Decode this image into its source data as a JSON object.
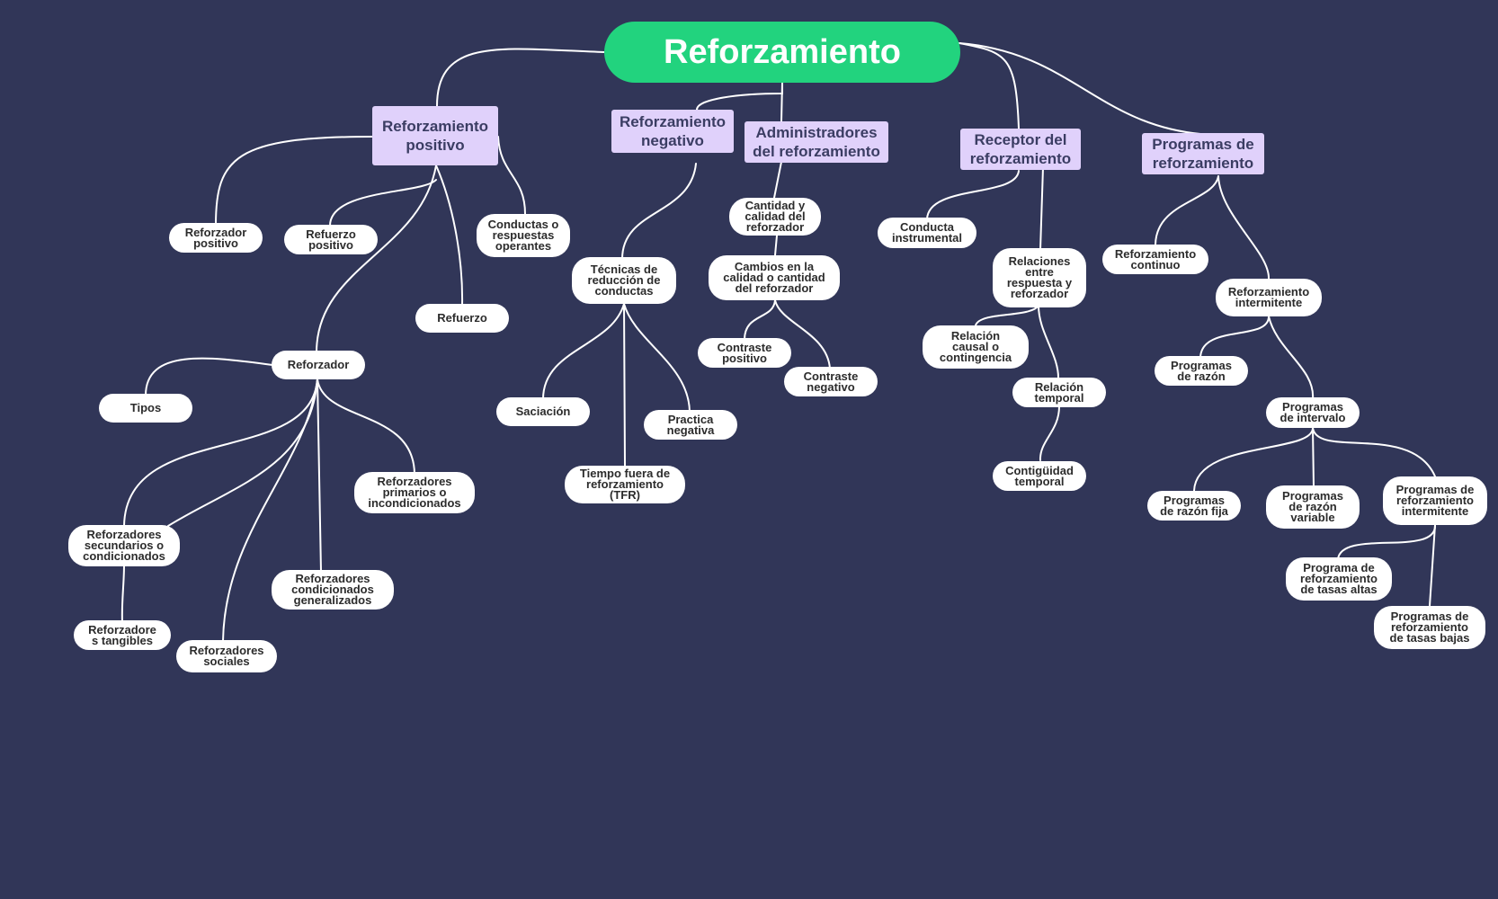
{
  "diagram": {
    "root": "Reforzamiento",
    "branches": {
      "positivo": "Reforzamiento\npositivo",
      "negativo": "Reforzamiento\nnegativo",
      "administradores": "Administradores\ndel reforzamiento",
      "receptor": "Receptor del\nreforzamiento",
      "programas": "Programas de\nreforzamiento"
    },
    "nodes": {
      "reforzador_positivo": "Reforzador\npositivo",
      "refuerzo_positivo": "Refuerzo\npositivo",
      "conductas_operantes": "Conductas o\nrespuestas\noperantes",
      "refuerzo": "Refuerzo",
      "reforzador": "Reforzador",
      "tipos": "Tipos",
      "primarios": "Reforzadores\nprimarios o\nincondicionados",
      "secundarios": "Reforzadores\nsecundarios o\ncondicionados",
      "tangibles": "Reforzadore\ns tangibles",
      "sociales": "Reforzadores\nsociales",
      "generalizados": "Reforzadores\ncondicionados\ngeneralizados",
      "tecnicas": "Técnicas de\nreducción de\nconductas",
      "saciacion": "Saciación",
      "practica_negativa": "Practica\nnegativa",
      "tiempo_fuera": "Tiempo fuera de\nreforzamiento\n(TFR)",
      "cantidad_calidad": "Cantidad y\ncalidad del\nreforzador",
      "cambios": "Cambios en la\ncalidad o cantidad\ndel reforzador",
      "contraste_positivo": "Contraste\npositivo",
      "contraste_negativo": "Contraste\nnegativo",
      "conducta_instrumental": "Conducta\ninstrumental",
      "relaciones": "Relaciones\nentre\nrespuesta y\nreforzador",
      "relacion_causal": "Relación\ncausal o\ncontingencia",
      "relacion_temporal": "Relación\ntemporal",
      "contiguidad": "Contigüidad\ntemporal",
      "continuo": "Reforzamiento\ncontinuo",
      "intermitente": "Reforzamiento\nintermitente",
      "prog_razon": "Programas\nde razón",
      "prog_intervalo": "Programas\nde intervalo",
      "razon_fija": "Programas\nde razón fija",
      "razon_variable": "Programas\nde razón\nvariable",
      "prog_ref_intermitente": "Programas de\nreforzamiento\nintermitente",
      "tasas_altas": "Programa de\nreforzamiento\nde tasas altas",
      "tasas_bajas": "Programas de\nreforzamiento\nde tasas bajas"
    }
  },
  "colors": {
    "background": "#313658",
    "root_fill": "#22d37e",
    "branch_fill": "#e0d1fb",
    "leaf_fill": "#ffffff",
    "connector": "#ffffff"
  }
}
